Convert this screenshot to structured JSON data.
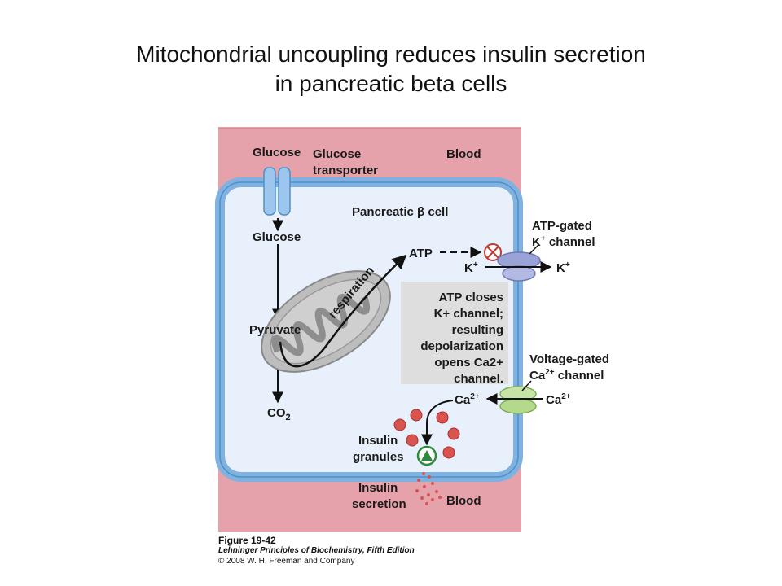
{
  "title": {
    "line1": "Mitochondrial uncoupling reduces insulin secretion",
    "line2": "in pancreatic beta cells"
  },
  "diagram": {
    "glucose_outside": "Glucose",
    "glucose_transporter_line1": "Glucose",
    "glucose_transporter_line2": "transporter",
    "blood_top": "Blood",
    "cell_label": "Pancreatic β cell",
    "glucose_inside": "Glucose",
    "pyruvate": "Pyruvate",
    "co2": "CO",
    "co2_sub": "2",
    "respiration": "respiration",
    "atp": "ATP",
    "k_inside": "K",
    "k_outside": "K",
    "k_sup": "+",
    "atp_channel_line1": "ATP-gated",
    "atp_channel_line2": "K",
    "atp_channel_line2b": " channel",
    "note_lines": [
      "ATP closes",
      "K+ channel;",
      "resulting",
      "depolarization",
      "opens Ca2+",
      "channel."
    ],
    "voltage_channel_line1": "Voltage-gated",
    "voltage_channel_line2": "Ca",
    "voltage_channel_line2b": " channel",
    "ca_inside": "Ca",
    "ca_outside": "Ca",
    "ca_sup": "2+",
    "granules_line1": "Insulin",
    "granules_line2": "granules",
    "secretion_line1": "Insulin",
    "secretion_line2": "secretion",
    "blood_bottom": "Blood"
  },
  "caption": {
    "figure": "Figure 19-42",
    "book": "Lehninger Principles of Biochemistry, Fifth Edition",
    "copyright": "© 2008 W. H. Freeman and Company"
  },
  "colors": {
    "blood": "#e6a2ab",
    "cell_fill": "#e8f1fb",
    "membrane": "#7fb2e0",
    "mito": "#bdbdbd",
    "granule": "#d9534f",
    "k_channel": "#9aa3d6",
    "ca_channel": "#b5d98c",
    "note_box": "#dedede"
  }
}
